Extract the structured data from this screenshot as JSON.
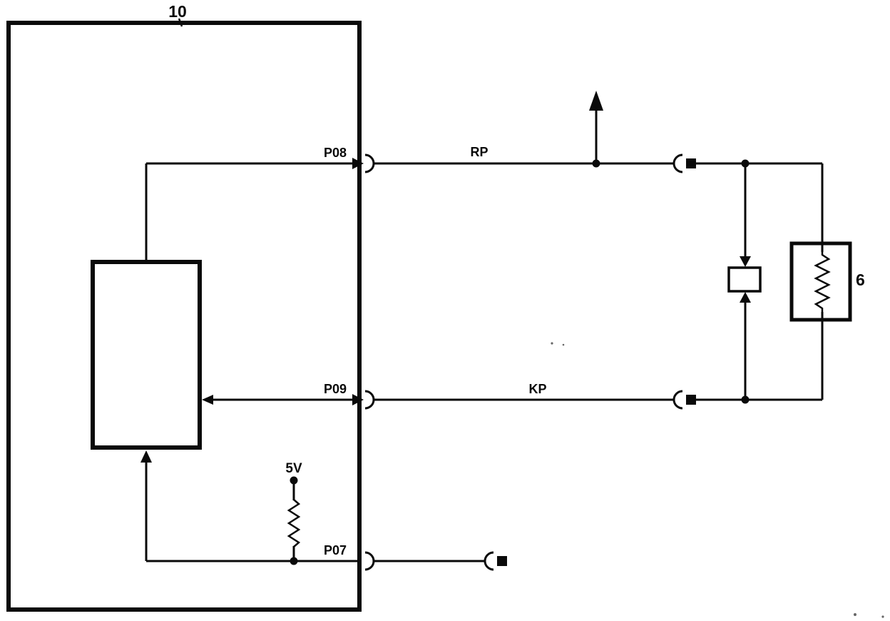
{
  "diagram": {
    "outer_box_label": "10",
    "resistor_box_label": "6",
    "supply_label": "5V",
    "pins": {
      "top": "P08",
      "middle": "P09",
      "bottom": "P07"
    },
    "wires": {
      "top": "RP",
      "middle": "KP"
    },
    "colors": {
      "line": "#0a0a0a",
      "background": "#ffffff"
    }
  }
}
